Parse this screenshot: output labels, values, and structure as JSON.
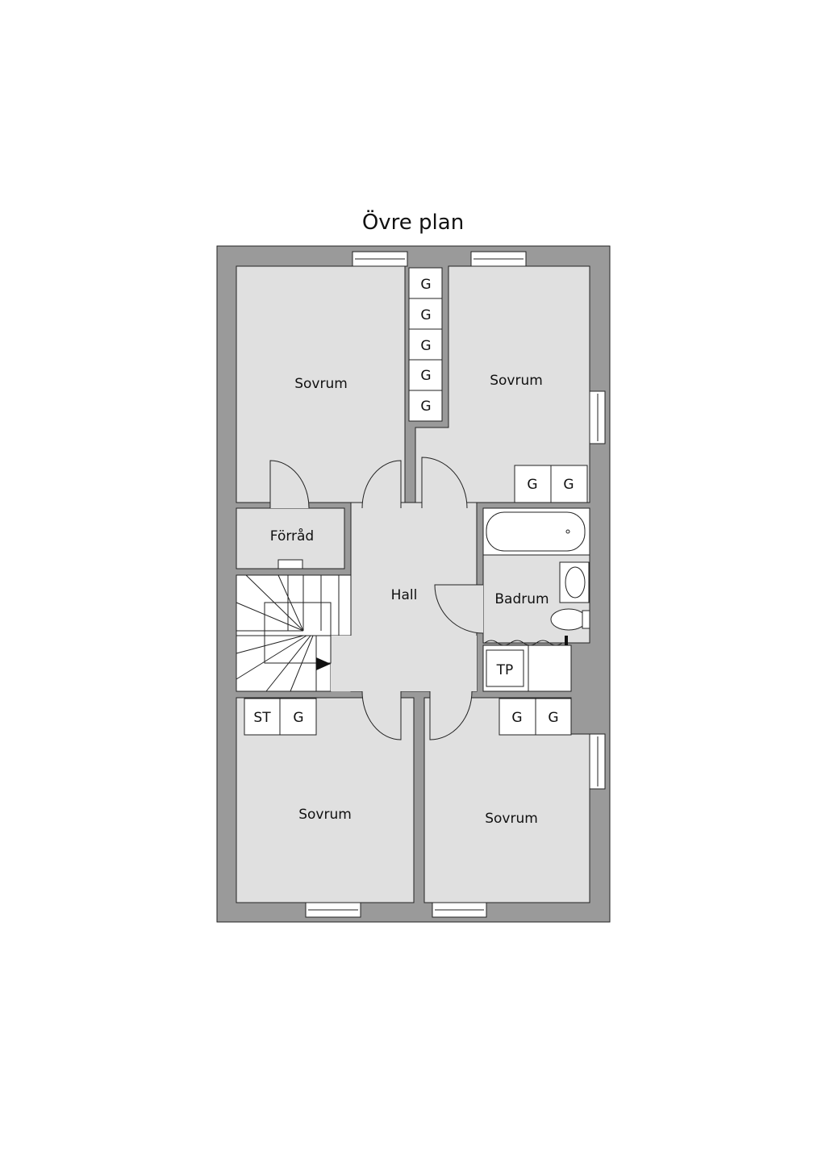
{
  "title": "Övre plan",
  "rooms": {
    "bedroom_nw": "Sovrum",
    "bedroom_ne": "Sovrum",
    "bedroom_sw": "Sovrum",
    "bedroom_se": "Sovrum",
    "storage": "Förråd",
    "hall": "Hall",
    "bathroom": "Badrum"
  },
  "fixtures": {
    "wardrobe": "G",
    "linen": "ST",
    "dryer": "TP"
  },
  "colors": {
    "wall": "#9a9a9a",
    "floor": "#e0e0e0",
    "fixture": "#ffffff"
  }
}
